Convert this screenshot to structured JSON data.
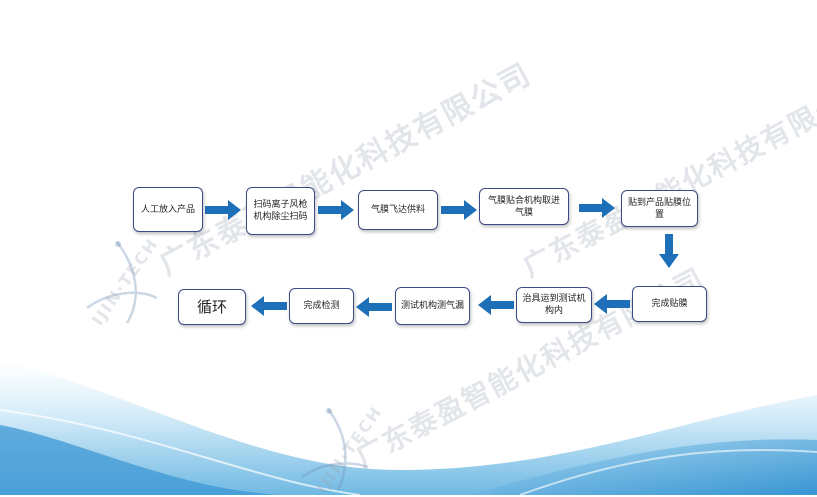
{
  "watermark": {
    "company_text": "广东泰盈智能化科技有限公司",
    "logo_text": "IJIN·TECH"
  },
  "flow": {
    "steps": [
      "人工放入产品",
      "扫码离子风枪机构除尘扫码",
      "气膜飞达供料",
      "气膜贴合机构取进气膜",
      "贴到产品贴膜位置",
      "完成贴膜",
      "治具运到测试机构内",
      "测试机构测气漏",
      "完成检测",
      "循环"
    ]
  },
  "colors": {
    "box_border": "#3d4a86",
    "arrow": "#1d6fb8",
    "wave": "#7fc3e6"
  }
}
